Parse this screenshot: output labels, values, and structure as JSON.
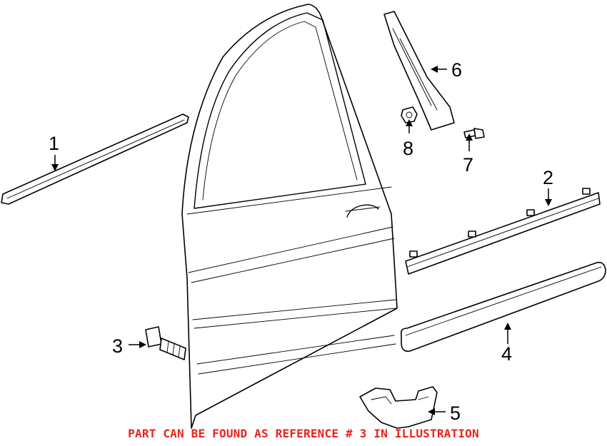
{
  "callouts": {
    "c1": "1",
    "c2": "2",
    "c3": "3",
    "c4": "4",
    "c5": "5",
    "c6": "6",
    "c7": "7",
    "c8": "8"
  },
  "footnote": "PART CAN BE FOUND AS REFERENCE # 3 IN ILLUSTRATION",
  "colors": {
    "footnote": "#e8241c",
    "line": "#000000",
    "background": "#ffffff"
  }
}
